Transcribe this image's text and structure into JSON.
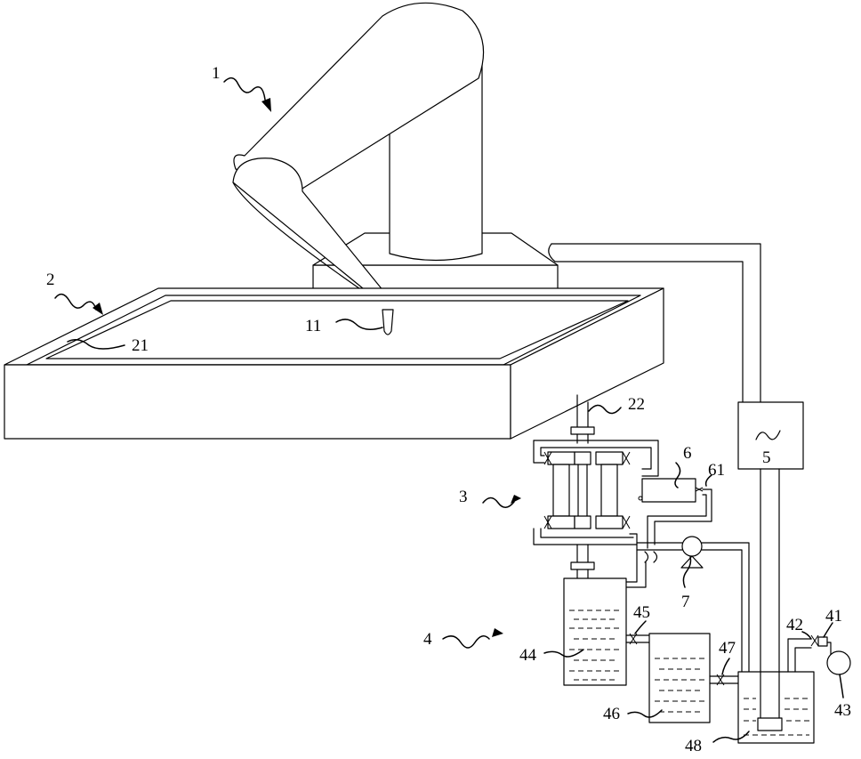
{
  "labels": {
    "l1": "1",
    "l2": "2",
    "l3": "3",
    "l4": "4",
    "l5": "5",
    "l6": "6",
    "l7": "7",
    "l11": "11",
    "l21": "21",
    "l22": "22",
    "l41": "41",
    "l42": "42",
    "l43": "43",
    "l44": "44",
    "l45": "45",
    "l46": "46",
    "l47": "47",
    "l48": "48",
    "l61": "61"
  }
}
